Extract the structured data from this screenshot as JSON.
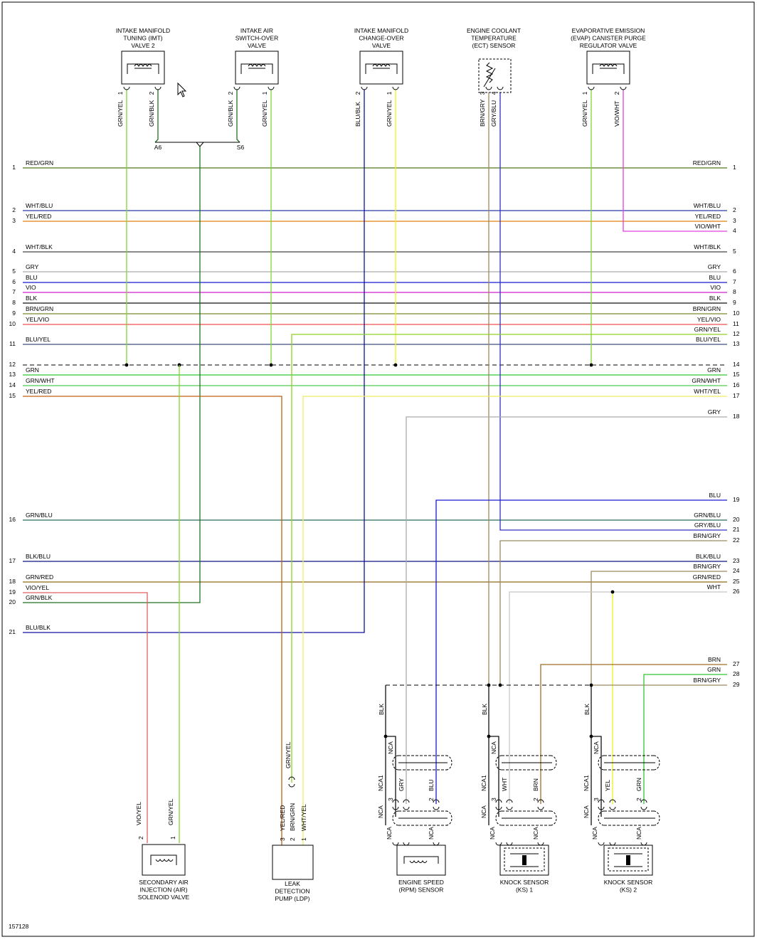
{
  "diagram_id": "157128",
  "colors": {
    "RED/GRN": "#4f7a1a",
    "WHT/BLU": "#2e3aa8",
    "YEL/RED": "#e08010",
    "VIO/WHT": "#e040e0",
    "WHT/BLK": "#444444",
    "GRY": "#aaaaaa",
    "BLU": "#1a1ad0",
    "VIO": "#d020d0",
    "BLK": "#111111",
    "BRN/GRN": "#7a8a2a",
    "YEL/VIO": "#ee5050",
    "GRN/YEL": "#7fd830",
    "BLU/YEL": "#405080",
    "GRN": "#30c830",
    "GRN/WHT": "#50cc50",
    "WHT/YEL": "#eeee66",
    "GRN/BLU": "#2a6a5a",
    "GRY/BLU": "#3030c0",
    "BRN/GRY": "#9a8a60",
    "BLK/BLU": "#101080",
    "GRN/RED": "#8a6a10",
    "WHT": "#c8c8c8",
    "VIO/YEL": "#e06060",
    "GRN/BLK": "#207020",
    "BLU/BLK": "#1010a0",
    "BRN": "#a07020",
    "YEL": "#f0f020",
    "BRN/GRN_V": "#c06010",
    "GRN/YEL_V": "#90d020"
  },
  "top_components": [
    {
      "id": "imt",
      "lines": [
        "INTAKE MANIFOLD",
        "TUNING (IMT)",
        "VALVE 2"
      ],
      "pins": [
        "1",
        "2"
      ],
      "wires": [
        "GRN/YEL",
        "GRN/BLK"
      ]
    },
    {
      "id": "iasv",
      "lines": [
        "INTAKE AIR",
        "SWITCH-OVER",
        "VALVE"
      ],
      "pins": [
        "2",
        "1"
      ],
      "wires": [
        "GRN/BLK",
        "GRN/YEL"
      ]
    },
    {
      "id": "imcv",
      "lines": [
        "INTAKE MANIFOLD",
        "CHANGE-OVER",
        "VALVE"
      ],
      "pins": [
        "2",
        "1"
      ],
      "wires": [
        "BLU/BLK",
        "GRN/YEL"
      ]
    },
    {
      "id": "ect",
      "lines": [
        "ENGINE COOLANT",
        "TEMPERATURE",
        "(ECT) SENSOR"
      ],
      "pins": [
        "3",
        "4"
      ],
      "wires": [
        "BRN/GRY",
        "GRY/BLU"
      ]
    },
    {
      "id": "evap",
      "lines": [
        "EVAPORATIVE EMISSION",
        "(EVAP) CANISTER PURGE",
        "REGULATOR VALVE"
      ],
      "pins": [
        "1",
        "2"
      ],
      "wires": [
        "GRN/YEL",
        "VIO/WHT"
      ]
    }
  ],
  "splices": {
    "a": "A6",
    "b": "S6"
  },
  "left_wires": [
    {
      "num": "1",
      "label": "RED/GRN"
    },
    {
      "num": "2",
      "label": "WHT/BLU"
    },
    {
      "num": "3",
      "label": "YEL/RED"
    },
    {
      "num": "4",
      "label": "WHT/BLK"
    },
    {
      "num": "5",
      "label": "GRY"
    },
    {
      "num": "6",
      "label": "BLU"
    },
    {
      "num": "7",
      "label": "VIO"
    },
    {
      "num": "8",
      "label": "BLK"
    },
    {
      "num": "9",
      "label": "BRN/GRN"
    },
    {
      "num": "10",
      "label": "YEL/VIO"
    },
    {
      "num": "11",
      "label": "BLU/YEL"
    },
    {
      "num": "12",
      "label": ""
    },
    {
      "num": "13",
      "label": "GRN"
    },
    {
      "num": "14",
      "label": "GRN/WHT"
    },
    {
      "num": "15",
      "label": "YEL/RED"
    },
    {
      "num": "16",
      "label": "GRN/BLU"
    },
    {
      "num": "17",
      "label": "BLK/BLU"
    },
    {
      "num": "18",
      "label": "GRN/RED"
    },
    {
      "num": "19",
      "label": "VIO/YEL"
    },
    {
      "num": "20",
      "label": "GRN/BLK"
    },
    {
      "num": "21",
      "label": "BLU/BLK"
    }
  ],
  "right_wires": [
    {
      "num": "1",
      "label": "RED/GRN"
    },
    {
      "num": "2",
      "label": "WHT/BLU"
    },
    {
      "num": "3",
      "label": "YEL/RED"
    },
    {
      "num": "4",
      "label": "VIO/WHT"
    },
    {
      "num": "5",
      "label": "WHT/BLK"
    },
    {
      "num": "6",
      "label": "GRY"
    },
    {
      "num": "7",
      "label": "BLU"
    },
    {
      "num": "8",
      "label": "VIO"
    },
    {
      "num": "9",
      "label": "BLK"
    },
    {
      "num": "10",
      "label": "BRN/GRN"
    },
    {
      "num": "11",
      "label": "YEL/VIO"
    },
    {
      "num": "12",
      "label": "GRN/YEL"
    },
    {
      "num": "13",
      "label": "BLU/YEL"
    },
    {
      "num": "14",
      "label": ""
    },
    {
      "num": "15",
      "label": "GRN"
    },
    {
      "num": "16",
      "label": "GRN/WHT"
    },
    {
      "num": "17",
      "label": "WHT/YEL"
    },
    {
      "num": "18",
      "label": "GRY"
    },
    {
      "num": "19",
      "label": "BLU"
    },
    {
      "num": "20",
      "label": "GRN/BLU"
    },
    {
      "num": "21",
      "label": "GRY/BLU"
    },
    {
      "num": "22",
      "label": "BRN/GRY"
    },
    {
      "num": "23",
      "label": "BLK/BLU"
    },
    {
      "num": "24",
      "label": "BRN/GRY"
    },
    {
      "num": "25",
      "label": "GRN/RED"
    },
    {
      "num": "26",
      "label": "WHT"
    },
    {
      "num": "27",
      "label": "BRN"
    },
    {
      "num": "28",
      "label": "GRN"
    },
    {
      "num": "29",
      "label": "BRN/GRY"
    }
  ],
  "bottom_components": [
    {
      "id": "air",
      "lines": [
        "SECONDARY AIR",
        "INJECTION (AIR)",
        "SOLENOID VALVE"
      ],
      "pins": [
        "2",
        "1"
      ],
      "wires": [
        "VIO/YEL",
        "GRN/YEL"
      ]
    },
    {
      "id": "ldp",
      "lines": [
        "LEAK",
        "DETECTION",
        "PUMP (LDP)"
      ],
      "pins": [
        "3",
        "2",
        "1"
      ],
      "wires": [
        "YEL/RED",
        "BRN/GRN",
        "WHT/YEL"
      ],
      "upper_wire": "GRN/YEL"
    },
    {
      "id": "rpm",
      "lines": [
        "ENGINE SPEED",
        "(RPM) SENSOR"
      ],
      "pins": [
        "3",
        "2",
        "1"
      ],
      "wires": [
        "GRY",
        "BLU",
        "NCA"
      ],
      "top_wire": "BLK",
      "nca": "NCA"
    },
    {
      "id": "ks1",
      "lines": [
        "KNOCK SENSOR",
        "(KS) 1"
      ],
      "pins": [
        "3",
        "2",
        "1"
      ],
      "wires": [
        "WHT",
        "BRN",
        "NCA"
      ],
      "top_wire": "BLK",
      "nca": "NCA"
    },
    {
      "id": "ks2",
      "lines": [
        "KNOCK SENSOR",
        "(KS) 2"
      ],
      "pins": [
        "3",
        "2",
        "1"
      ],
      "wires": [
        "YEL",
        "GRN",
        "NCA"
      ],
      "top_wire": "BLK",
      "nca": "NCA"
    }
  ]
}
